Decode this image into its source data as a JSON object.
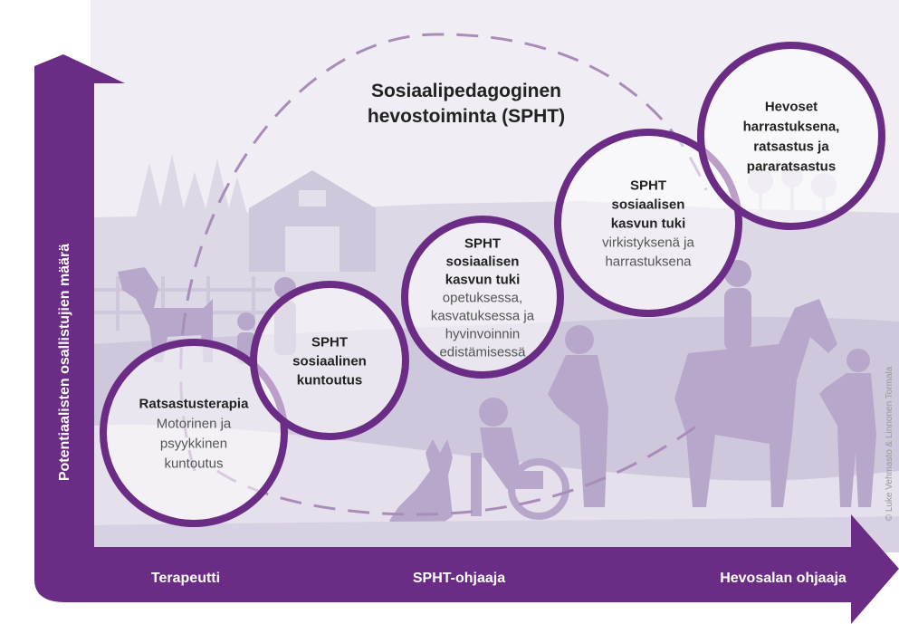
{
  "title": {
    "line1": "Sosiaalipedagoginen",
    "line2": "hevostoiminta (SPHT)"
  },
  "y_axis_label": "Potentiaalisten osallistujien määrä",
  "x_axis": {
    "left": "Terapeutti",
    "middle": "SPHT-ohjaaja",
    "right": "Hevosalan ohjaaja"
  },
  "circles": [
    {
      "bold": [
        "Ratsastusterapia"
      ],
      "normal": [
        "Motorinen ja",
        "psyykkinen",
        "kuntoutus"
      ]
    },
    {
      "bold": [
        "SPHT",
        "sosiaalinen",
        "kuntoutus"
      ],
      "normal": []
    },
    {
      "bold": [
        "SPHT",
        "sosiaalisen",
        "kasvun tuki"
      ],
      "normal": [
        "opetuksessa,",
        "kasvatuksessa ja",
        "hyvinvoinnin",
        "edistämisessä"
      ]
    },
    {
      "bold": [
        "SPHT",
        "sosiaalisen",
        "kasvun tuki"
      ],
      "normal": [
        "virkistyksenä ja",
        "harrastuksena"
      ]
    },
    {
      "bold": [
        "Hevoset",
        "harrastuksena,",
        "ratsastus ja",
        "pararatsastus"
      ],
      "normal": []
    }
  ],
  "copyright": "© Luke Vehmasto & Linnonen Tormala",
  "colors": {
    "accent": "#6b2c86",
    "sky": "#f0eef4",
    "hill_light": "#ddd8e6",
    "hill_mid": "#cfc7dc",
    "ground": "#e5e0ec",
    "silhouette": "#b7a8cb",
    "dashed_arc": "#a88db9",
    "text_dark": "#222222",
    "text_muted": "#555555"
  }
}
